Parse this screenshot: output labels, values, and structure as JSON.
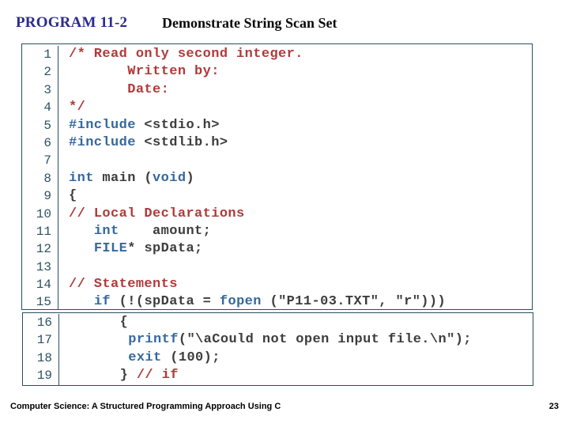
{
  "header": {
    "program_label": "PROGRAM 11-2",
    "title": "Demonstrate String Scan Set"
  },
  "colors": {
    "title_navy": "#2b2b8c",
    "box_border": "#27505d",
    "line_number": "#2c5260",
    "code_plain": "#3d3d3d",
    "code_keyword": "#35689d",
    "code_comment": "#b03a3a",
    "background": "#ffffff"
  },
  "code_blocks": [
    {
      "lines": [
        {
          "no": "1",
          "segments": [
            {
              "c": "comment",
              "t": "/* Read only second integer."
            }
          ]
        },
        {
          "no": "2",
          "segments": [
            {
              "c": "comment",
              "t": "       Written by:"
            }
          ]
        },
        {
          "no": "3",
          "segments": [
            {
              "c": "comment",
              "t": "       Date:"
            }
          ]
        },
        {
          "no": "4",
          "segments": [
            {
              "c": "comment",
              "t": "*/"
            }
          ]
        },
        {
          "no": "5",
          "segments": [
            {
              "c": "keyword",
              "t": "#include"
            },
            {
              "c": "plain",
              "t": " <stdio.h>"
            }
          ]
        },
        {
          "no": "6",
          "segments": [
            {
              "c": "keyword",
              "t": "#include"
            },
            {
              "c": "plain",
              "t": " <stdlib.h>"
            }
          ]
        },
        {
          "no": "7",
          "segments": []
        },
        {
          "no": "8",
          "segments": [
            {
              "c": "keyword",
              "t": "int"
            },
            {
              "c": "plain",
              "t": " main ("
            },
            {
              "c": "keyword",
              "t": "void"
            },
            {
              "c": "plain",
              "t": ")"
            }
          ]
        },
        {
          "no": "9",
          "segments": [
            {
              "c": "plain",
              "t": "{"
            }
          ]
        },
        {
          "no": "10",
          "segments": [
            {
              "c": "comment",
              "t": "// Local Declarations"
            }
          ]
        },
        {
          "no": "11",
          "segments": [
            {
              "c": "plain",
              "t": "   "
            },
            {
              "c": "keyword",
              "t": "int"
            },
            {
              "c": "plain",
              "t": "    amount;"
            }
          ]
        },
        {
          "no": "12",
          "segments": [
            {
              "c": "plain",
              "t": "   "
            },
            {
              "c": "keyword",
              "t": "FILE"
            },
            {
              "c": "plain",
              "t": "* spData;"
            }
          ]
        },
        {
          "no": "13",
          "segments": []
        },
        {
          "no": "14",
          "segments": [
            {
              "c": "comment",
              "t": "// Statements"
            }
          ]
        },
        {
          "no": "15",
          "segments": [
            {
              "c": "plain",
              "t": "   "
            },
            {
              "c": "keyword",
              "t": "if"
            },
            {
              "c": "plain",
              "t": " (!(spData = "
            },
            {
              "c": "keyword",
              "t": "fopen"
            },
            {
              "c": "plain",
              "t": " (\"P11-03.TXT\", \"r\")))"
            }
          ]
        }
      ]
    },
    {
      "lines": [
        {
          "no": "16",
          "segments": [
            {
              "c": "plain",
              "t": "      {"
            }
          ]
        },
        {
          "no": "17",
          "segments": [
            {
              "c": "plain",
              "t": "       "
            },
            {
              "c": "keyword",
              "t": "printf"
            },
            {
              "c": "plain",
              "t": "(\"\\aCould not open input file.\\n\");"
            }
          ]
        },
        {
          "no": "18",
          "segments": [
            {
              "c": "plain",
              "t": "       "
            },
            {
              "c": "keyword",
              "t": "exit"
            },
            {
              "c": "plain",
              "t": " (100);"
            }
          ]
        },
        {
          "no": "19",
          "segments": [
            {
              "c": "plain",
              "t": "      } "
            },
            {
              "c": "comment",
              "t": "// if"
            }
          ]
        }
      ]
    }
  ],
  "footer": {
    "book": "Computer Science: A Structured Programming Approach Using C",
    "page": "23"
  }
}
